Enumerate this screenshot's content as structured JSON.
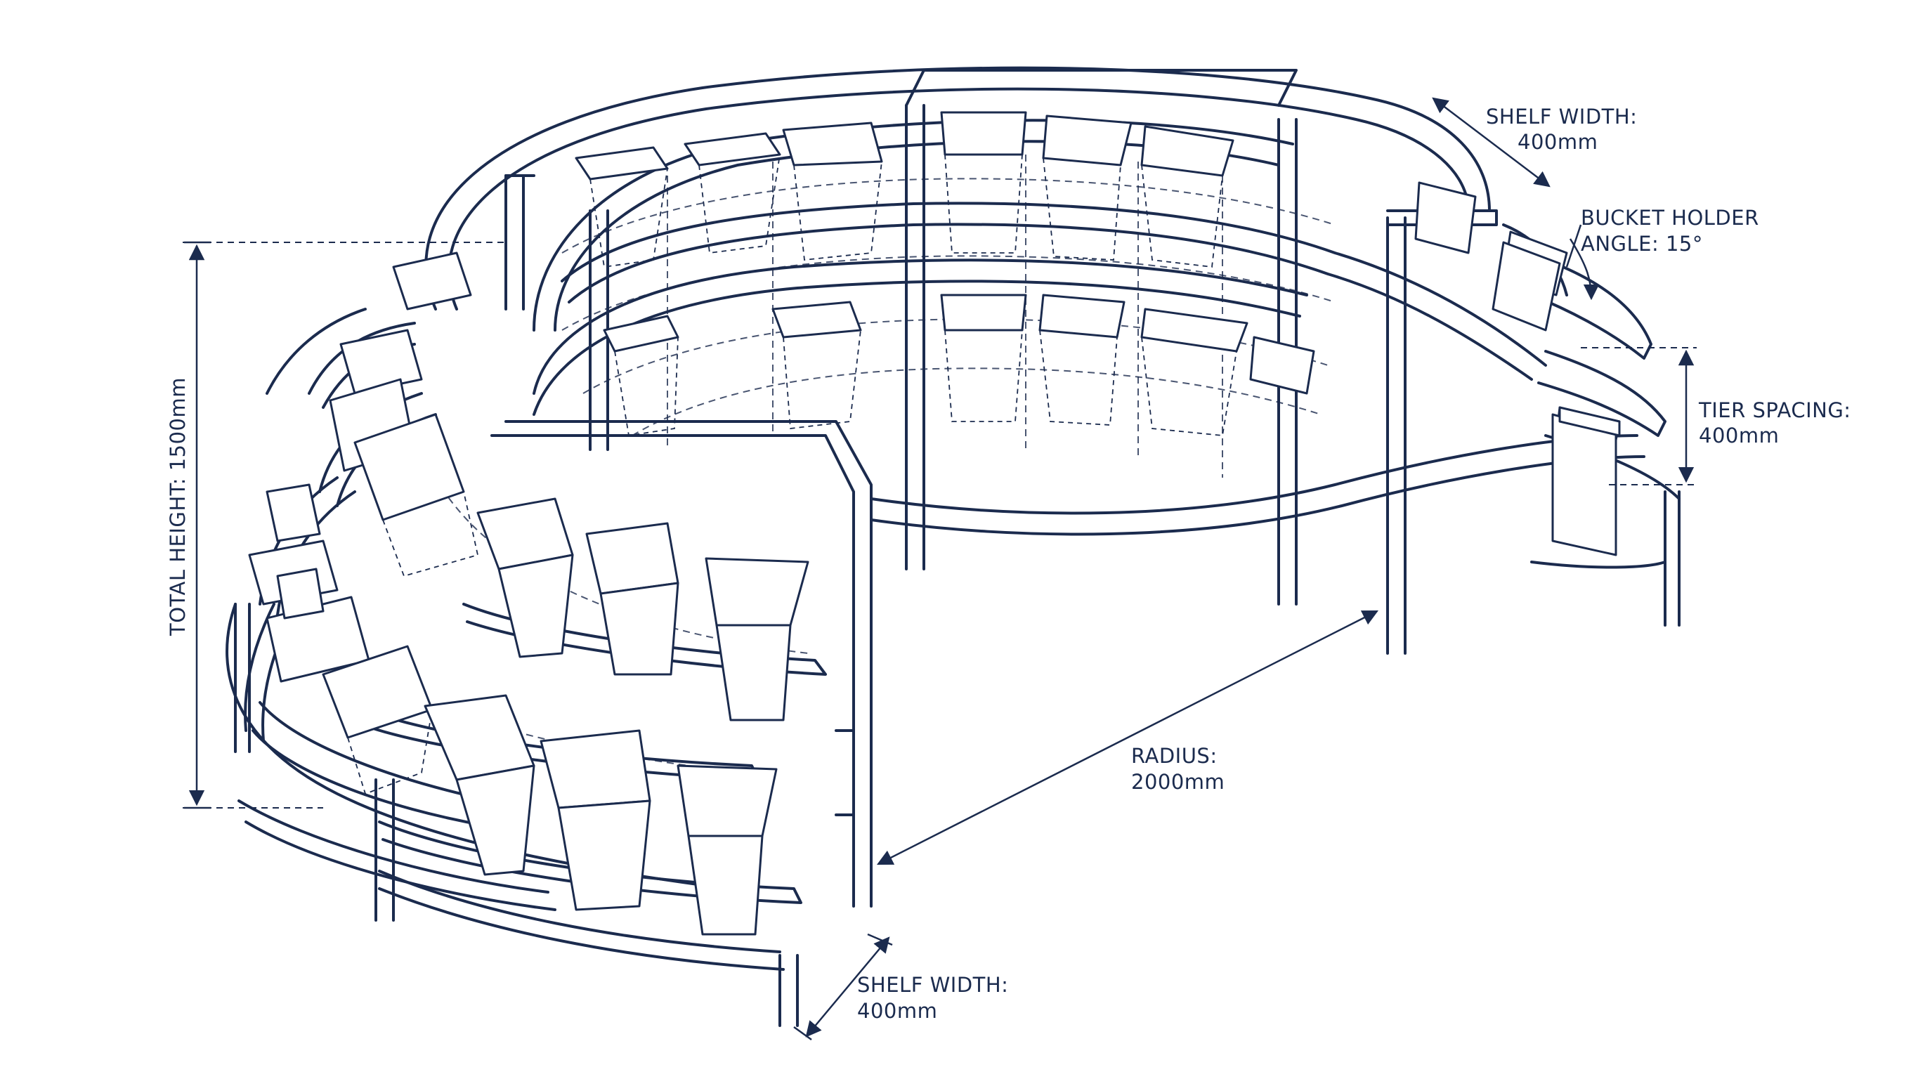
{
  "diagram": {
    "ink_color": "#1b2b4e",
    "background": "#ffffff",
    "annotations": {
      "shelf_width_top": {
        "label": "SHELF WIDTH:",
        "value": "400mm"
      },
      "bucket_angle": {
        "label": "BUCKET HOLDER",
        "value": "ANGLE: 15°"
      },
      "tier_spacing": {
        "label": "TIER SPACING:",
        "value": "400mm"
      },
      "total_height": {
        "label": "TOTAL HEIGHT: 1500mm"
      },
      "radius": {
        "label": "RADIUS:",
        "value": "2000mm"
      },
      "shelf_width_bottom": {
        "label": "SHELF WIDTH:",
        "value": "400mm"
      }
    }
  }
}
